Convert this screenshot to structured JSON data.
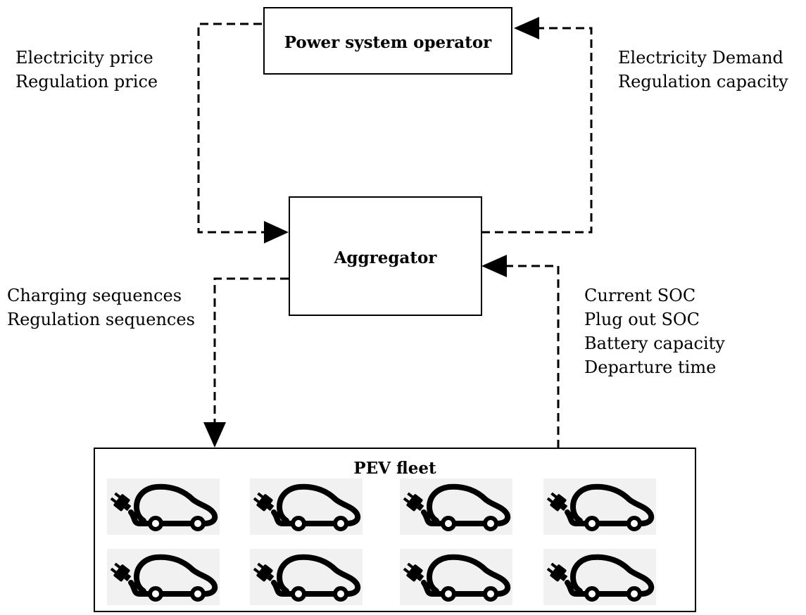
{
  "nodes": {
    "operator": "Power system operator",
    "aggregator": "Aggregator",
    "fleet": "PEV fleet"
  },
  "labels": {
    "operator_to_aggregator": [
      "Electricity price",
      "Regulation price"
    ],
    "aggregator_to_operator": [
      "Electricity Demand",
      "Regulation capacity"
    ],
    "aggregator_to_fleet": [
      "Charging sequences",
      "Regulation sequences"
    ],
    "fleet_to_aggregator": [
      "Current SOC",
      "Plug out SOC",
      "Battery capacity",
      "Departure time"
    ]
  },
  "fleet_icons": {
    "icon": "ev-car-plug-icon",
    "rows": 2,
    "per_row": 4
  }
}
